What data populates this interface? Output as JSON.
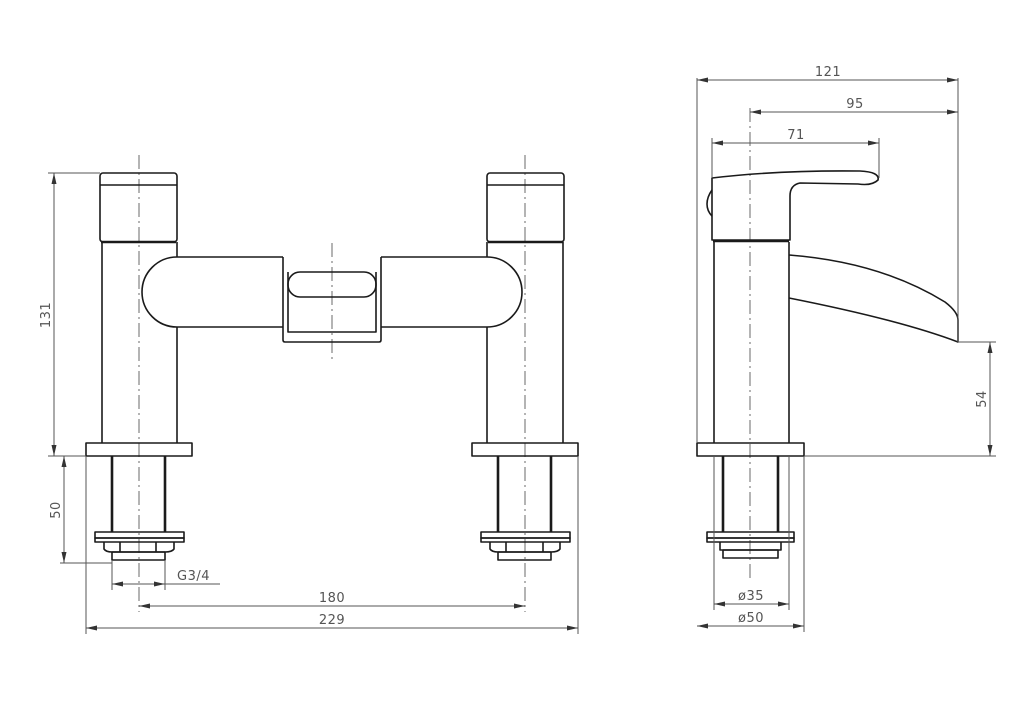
{
  "drawing": {
    "title": "Bath filler tap technical drawing",
    "front_view": {
      "dimensions": {
        "total_height": "131",
        "shank_length": "50",
        "thread": "G3/4",
        "centres": "180",
        "overall_width": "229"
      }
    },
    "side_view": {
      "dimensions": {
        "overall_depth": "121",
        "spout_projection": "95",
        "handle_length": "71",
        "spout_height": "54",
        "body_diameter": "ø35",
        "base_diameter": "ø50"
      }
    },
    "colors": {
      "line": "#1a1a1a",
      "dimension": "#555555",
      "background": "#ffffff"
    }
  }
}
